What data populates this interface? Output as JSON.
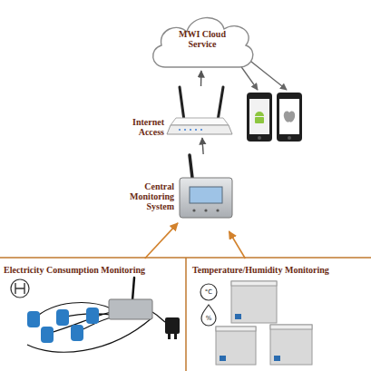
{
  "diagram": {
    "nodes": [
      {
        "text": [
          "MWI Cloud Service"
        ]
      },
      {
        "text": [
          "Internet Access"
        ]
      },
      {
        "text": [
          "Central Monitoring System"
        ]
      },
      {
        "text": [
          "Electricity Consumption Monitoring"
        ]
      },
      {
        "text": [
          "Temperature/Humidity Monitoring"
        ]
      }
    ],
    "edges": [
      {
        "from": 1,
        "to": 0,
        "arrow": "to"
      },
      {
        "from": 2,
        "to": 1,
        "arrow": "to"
      },
      {
        "from": 3,
        "to": 2,
        "arrow": "to"
      },
      {
        "from": 4,
        "to": 2,
        "arrow": "to"
      }
    ],
    "labels": [
      "°C",
      "%"
    ]
  }
}
